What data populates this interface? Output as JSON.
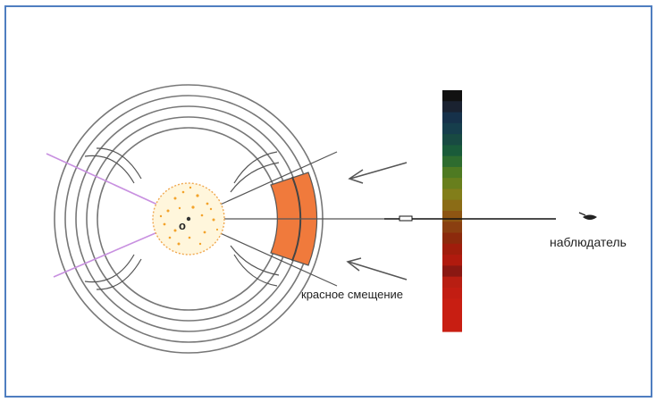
{
  "labels": {
    "center_point": "o",
    "red_shift": "красное смещение",
    "observer": "наблюдатель"
  },
  "colors": {
    "frame": "#4f7ec0",
    "rings": "#777777",
    "redshift_band": "#f07a3c",
    "purple_lines": "#c890e0",
    "source_core": "#f3a32b"
  },
  "spectrum": [
    "#111111",
    "#1a2230",
    "#16314a",
    "#163e4c",
    "#184a42",
    "#1a5b3a",
    "#2e6c2f",
    "#4e7a22",
    "#687f1d",
    "#827e1a",
    "#8b6c16",
    "#8d5512",
    "#8a3f10",
    "#8c2a0c",
    "#a01d0c",
    "#b01a0e",
    "#8a1812",
    "#b81e12",
    "#c21d12",
    "#c81e12",
    "#c81e12",
    "#c81e12"
  ]
}
